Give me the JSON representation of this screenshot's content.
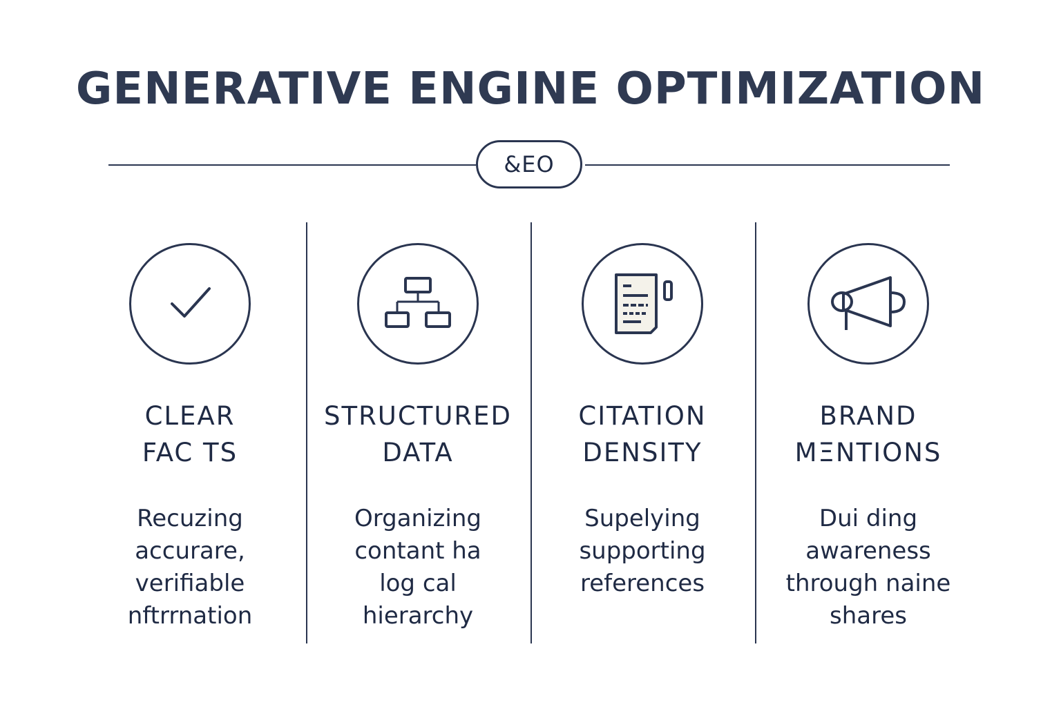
{
  "title": "GENERATIVE ENGINE OPTIMIZATION",
  "badge": "&EO",
  "columns": [
    {
      "icon": "checkmark-icon",
      "heading": "CLEAR\nFAC TS",
      "description": "Recuzing\naccurare,\nverifiable\nnftrrnation"
    },
    {
      "icon": "hierarchy-icon",
      "heading": "STRUCTURED\nDATA",
      "description": "Organizing\ncontant ha\nlog cal\nhierarchy"
    },
    {
      "icon": "document-icon",
      "heading": "CITATION\nDENSITY",
      "description": "Supelying\nsupporting\nreferences"
    },
    {
      "icon": "megaphone-icon",
      "heading": "BRAND\nMΞNTIONS",
      "description": "Dui ding\nawareness\nthrough naine\nshares"
    }
  ]
}
